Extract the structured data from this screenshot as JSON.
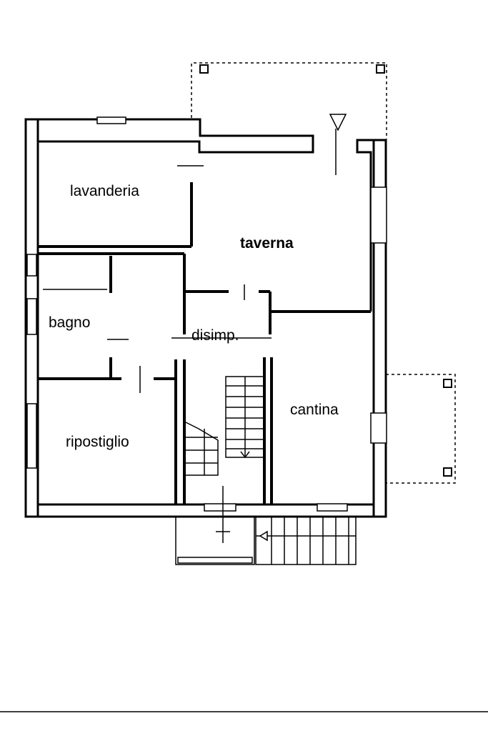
{
  "rooms": {
    "lavanderia": "lavanderia",
    "taverna": "taverna",
    "bagno": "bagno",
    "disimp": "disimp.",
    "cantina": "cantina",
    "ripostiglio": "ripostiglio"
  },
  "colors": {
    "wall": "#000000",
    "background": "#ffffff"
  }
}
